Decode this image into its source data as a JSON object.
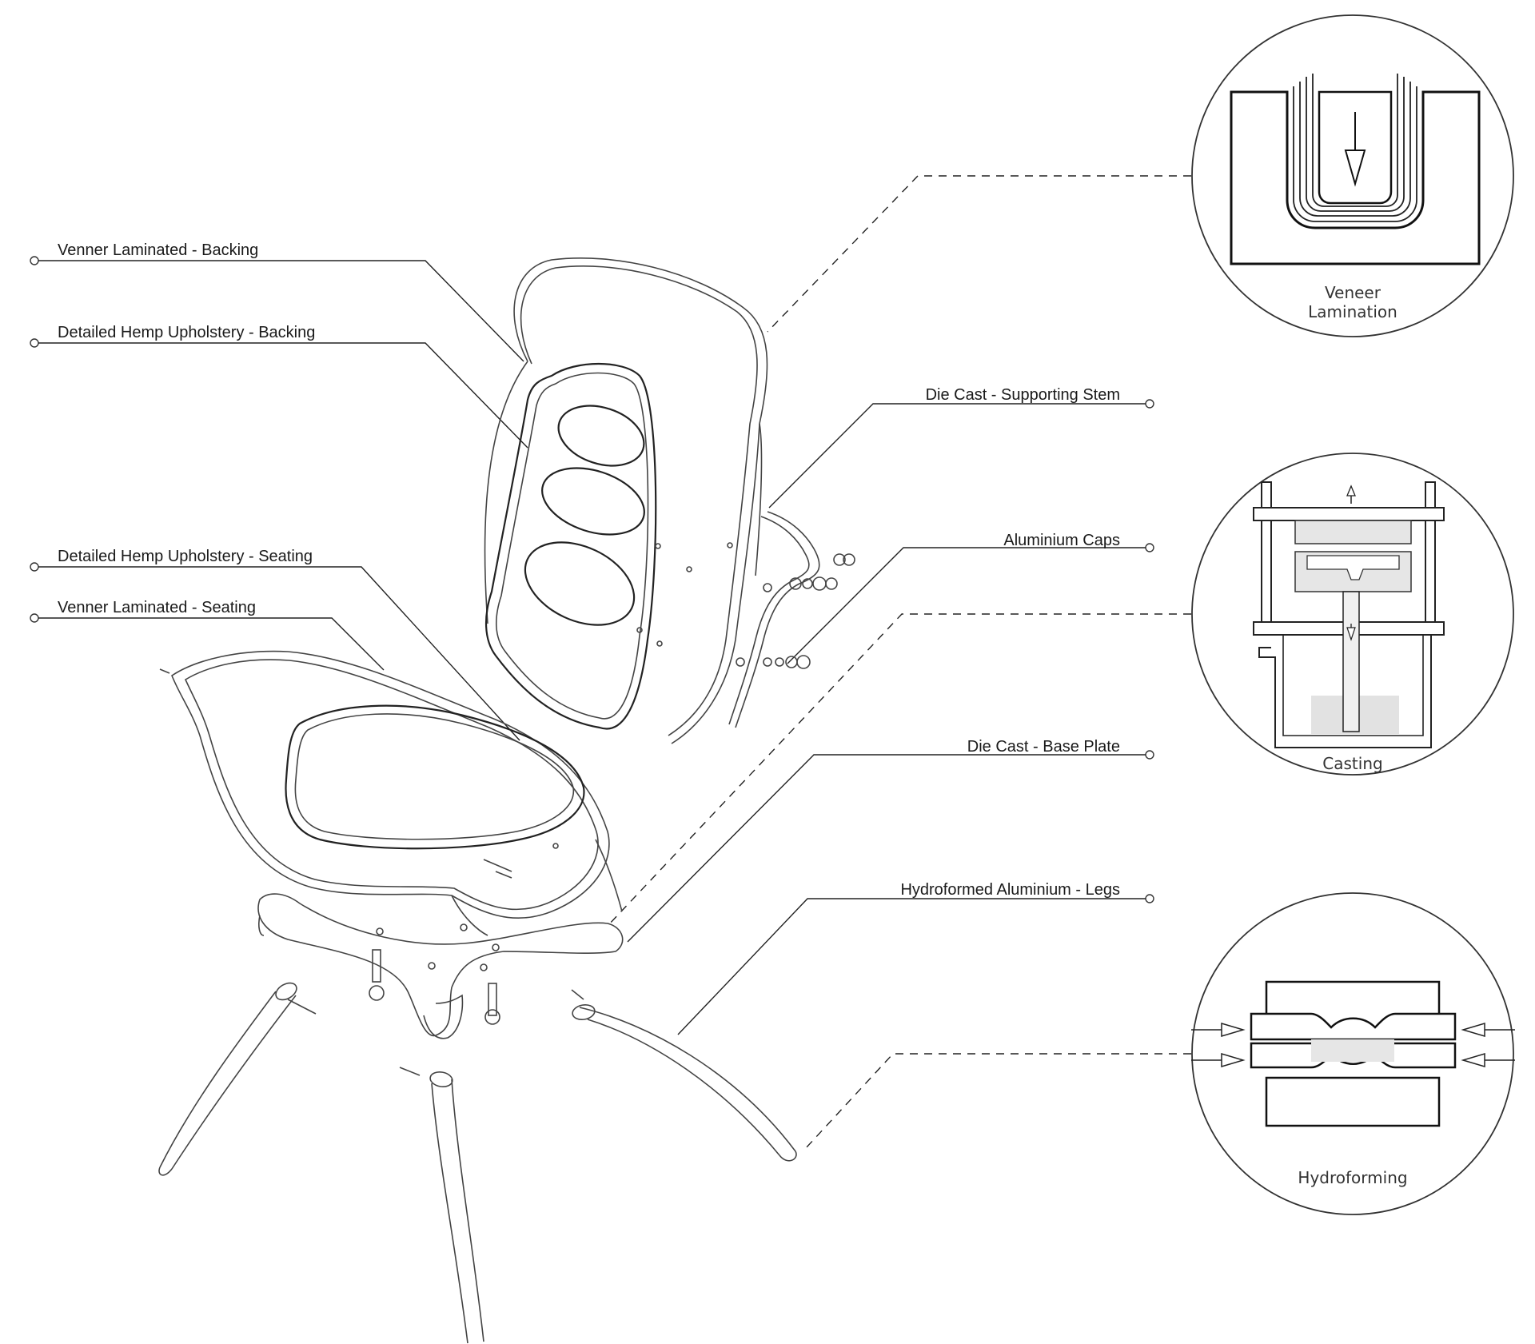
{
  "labels": {
    "veneer_backing": "Venner Laminated - Backing",
    "hemp_backing": "Detailed Hemp Upholstery - Backing",
    "hemp_seating": "Detailed Hemp Upholstery - Seating",
    "veneer_seating": "Venner Laminated - Seating",
    "stem": "Die Cast - Supporting Stem",
    "caps": "Aluminium Caps",
    "base_plate": "Die Cast - Base Plate",
    "legs": "Hydroformed Aluminium - Legs"
  },
  "processes": {
    "veneer_line1": "Veneer",
    "veneer_line2": "Lamination",
    "casting": "Casting",
    "hydroforming": "Hydroforming"
  }
}
